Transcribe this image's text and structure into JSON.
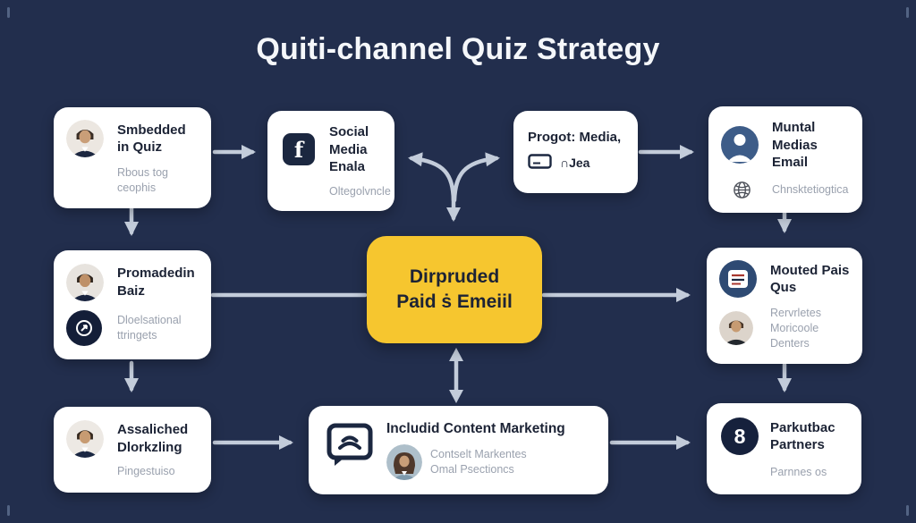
{
  "title": "Quiti-channel Quiz Strategy",
  "colors": {
    "background": "#222E4D",
    "card": "#FFFFFF",
    "accent_yellow": "#F6C62F",
    "arrow": "#C3CCDA",
    "title_text": "#F5F7FA",
    "node_title_text": "#1C2335",
    "node_subtitle_text": "#9AA1AE"
  },
  "nodes": {
    "embedded_quiz": {
      "title": "Smbedded in Quiz",
      "subtitle": "Rbous tog ceophis",
      "icon": "male-photo-avatar"
    },
    "social_media": {
      "title": "Social Media Enala",
      "subtitle": "Oltegolvncle",
      "icon": "facebook-icon"
    },
    "progot_media": {
      "title": "Progot: Media,",
      "subtitle": "∩Jea",
      "icon": "card-outline-icon"
    },
    "muntal_medias": {
      "title": "Muntal Medias Email",
      "subtitle": "Chnsktetiogtica",
      "icon": "person-circle-icon",
      "subtitle_icon": "globe-icon"
    },
    "promadedin_baiz": {
      "title": "Promadedin Baiz",
      "subtitle_line1": "Dloelsational",
      "subtitle_line2": "ttringets",
      "icon": "male-photo-avatar",
      "subtitle_icon": "compass-badge-icon"
    },
    "paid_email_center": {
      "title_line1": "Dirpruded",
      "title_line2": "Paid ṡ Emeiil"
    },
    "mouted_pais_qus": {
      "title": "Mouted Pais Qus",
      "subtitle_line1": "Rervrletes Moricoole",
      "subtitle_line2": "Denters",
      "icon": "card-lines-badge-icon",
      "subtitle_icon": "male-photo-avatar"
    },
    "assaliched_dlorkzling": {
      "title": "Assaliched Dlorkzling",
      "subtitle": "Pingestuiso",
      "icon": "male-photo-avatar"
    },
    "includid_content_marketing": {
      "title": "Includid Content Marketing",
      "subtitle_line1": "Contselt Markentes",
      "subtitle_line2": "Omal Psectioncs",
      "icon": "screen-chat-icon",
      "subtitle_icon": "female-illustration-avatar"
    },
    "parkutbac_partners": {
      "title": "Parkutbac Partners",
      "subtitle": "Parnnes os",
      "badge": "8",
      "icon": "number-8-badge"
    }
  }
}
